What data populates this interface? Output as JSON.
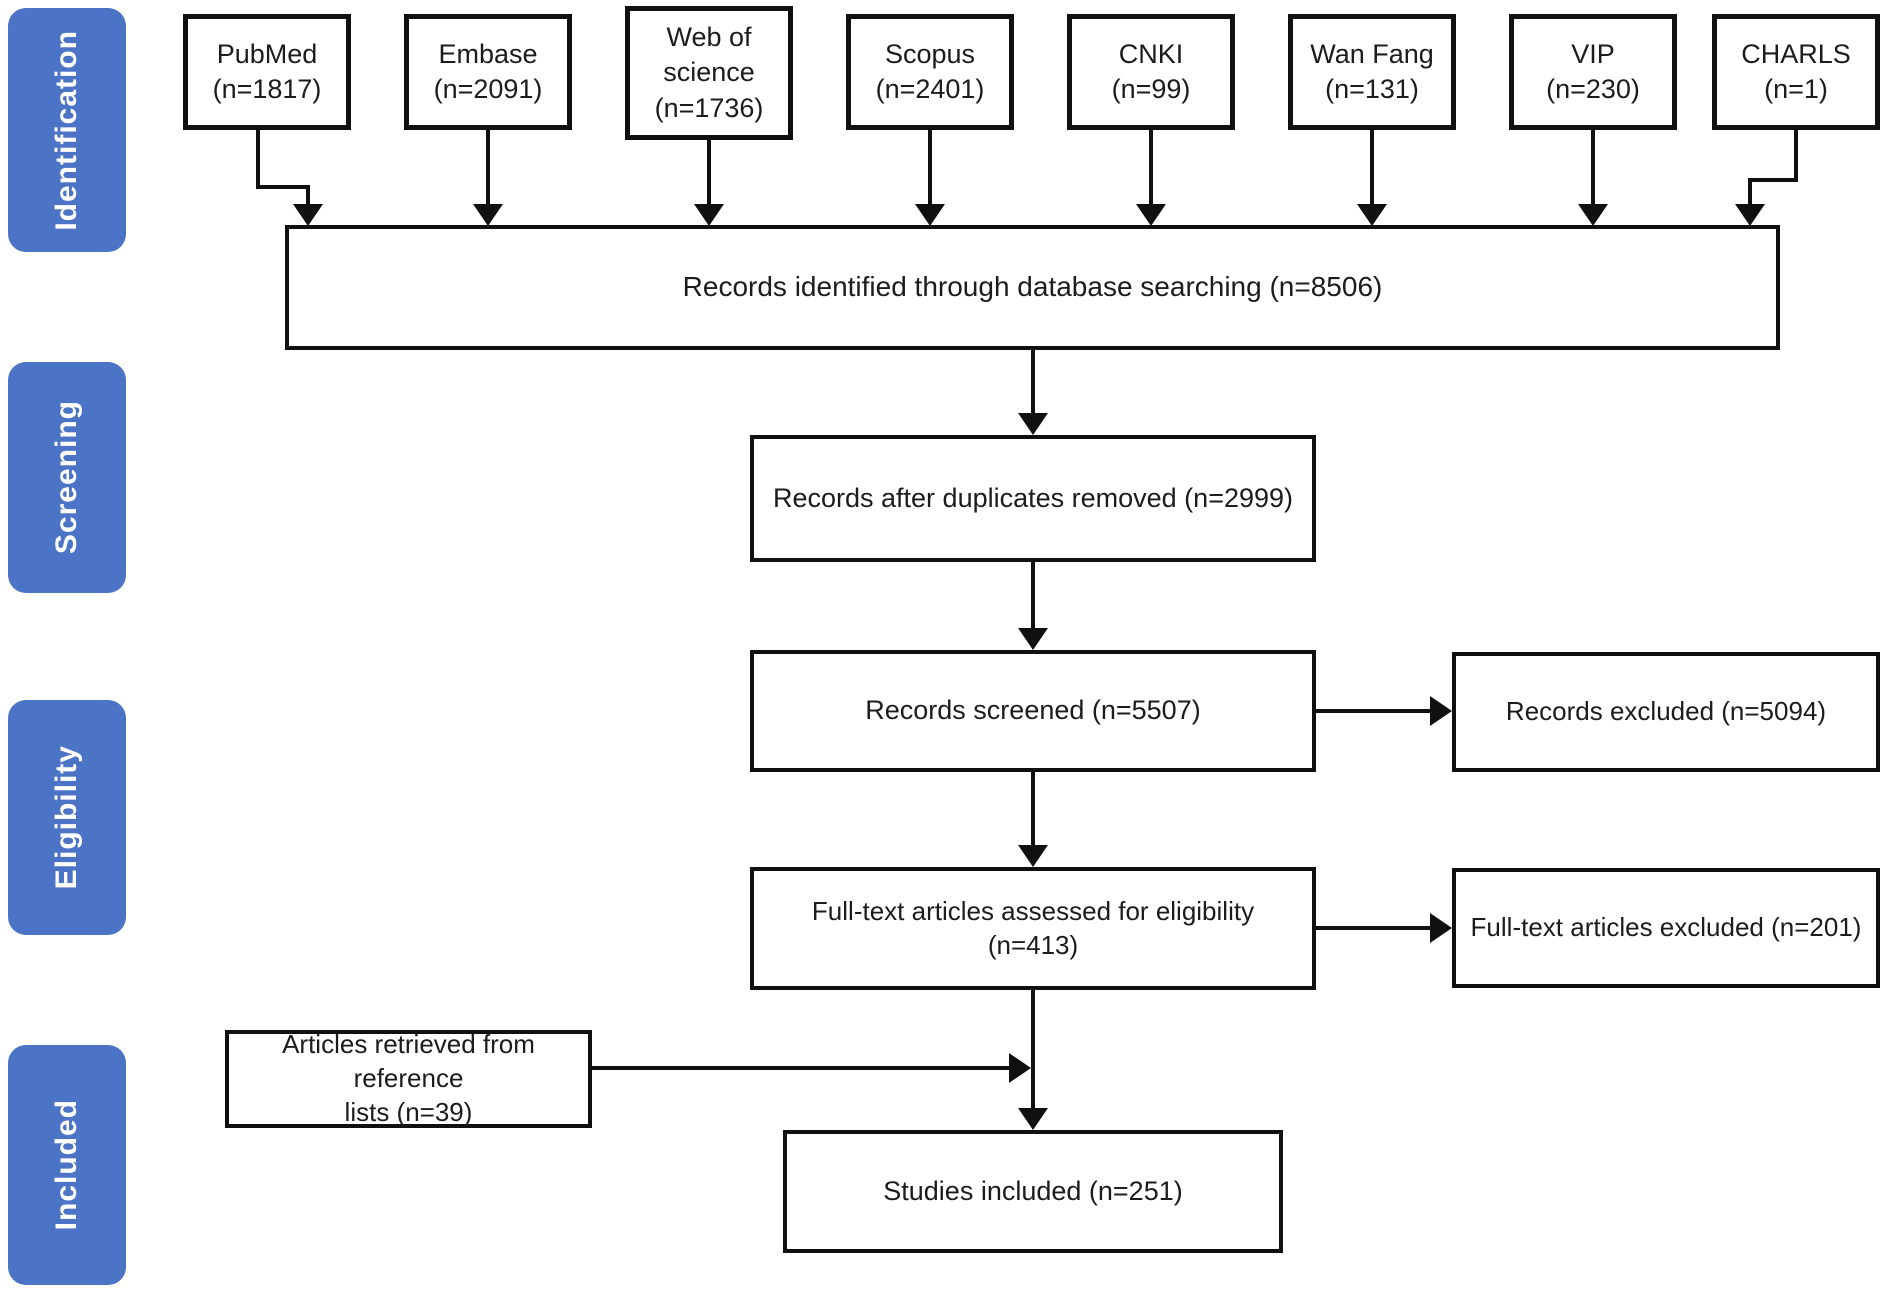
{
  "sidebar": {
    "accent_color": "#4B73C6",
    "stages": [
      {
        "label": "Identification"
      },
      {
        "label": "Screening"
      },
      {
        "label": "Eligibility"
      },
      {
        "label": "Included"
      }
    ]
  },
  "sources": [
    {
      "name": "PubMed",
      "count": "(n=1817)"
    },
    {
      "name": "Embase",
      "count": "(n=2091)"
    },
    {
      "name": "Web of science",
      "count": "(n=1736)"
    },
    {
      "name": "Scopus",
      "count": "(n=2401)"
    },
    {
      "name": "CNKI",
      "count": "(n=99)"
    },
    {
      "name": "Wan Fang",
      "count": "(n=131)"
    },
    {
      "name": "VIP",
      "count": "(n=230)"
    },
    {
      "name": "CHARLS",
      "count": "(n=1)"
    }
  ],
  "flow": {
    "identified": "Records identified through database searching (n=8506)",
    "duplicates_removed": "Records after duplicates removed (n=2999)",
    "screened": "Records screened (n=5507)",
    "records_excluded": "Records excluded (n=5094)",
    "fulltext_line1": "Full-text articles assessed for eligibility",
    "fulltext_count": "(n=413)",
    "fulltext_excluded": "Full-text articles excluded (n=201)",
    "reference_line1": "Articles retrieved from reference",
    "reference_line2": "lists (n=39)",
    "studies_included": "Studies included (n=251)"
  },
  "style": {
    "line_color": "#101010"
  }
}
